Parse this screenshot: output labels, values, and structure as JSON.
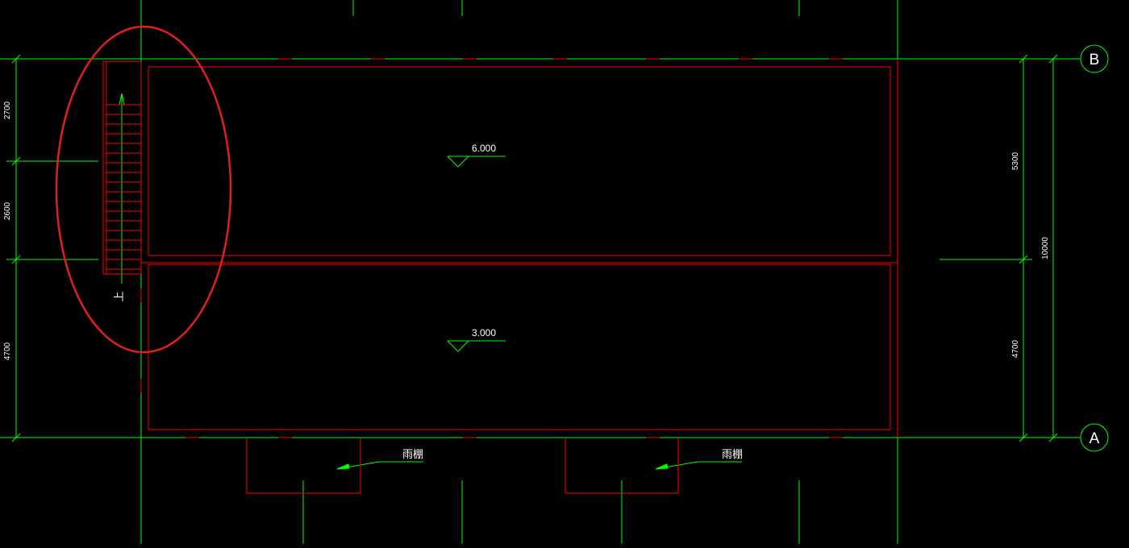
{
  "drawing": {
    "grid_labels": {
      "top": "B",
      "bottom": "A"
    },
    "elevations": {
      "upper": "6.000",
      "lower": "3.000"
    },
    "canopy_label": "雨棚",
    "stair_label": "上",
    "left_dims": [
      "2700",
      "2600",
      "4700"
    ],
    "right_dims": {
      "upper": "5300",
      "lower": "4700",
      "total": "10000"
    },
    "colors": {
      "line": "#00ff00",
      "wall": "#ff0000",
      "background": "#000000",
      "highlight": "#e0201e"
    }
  }
}
